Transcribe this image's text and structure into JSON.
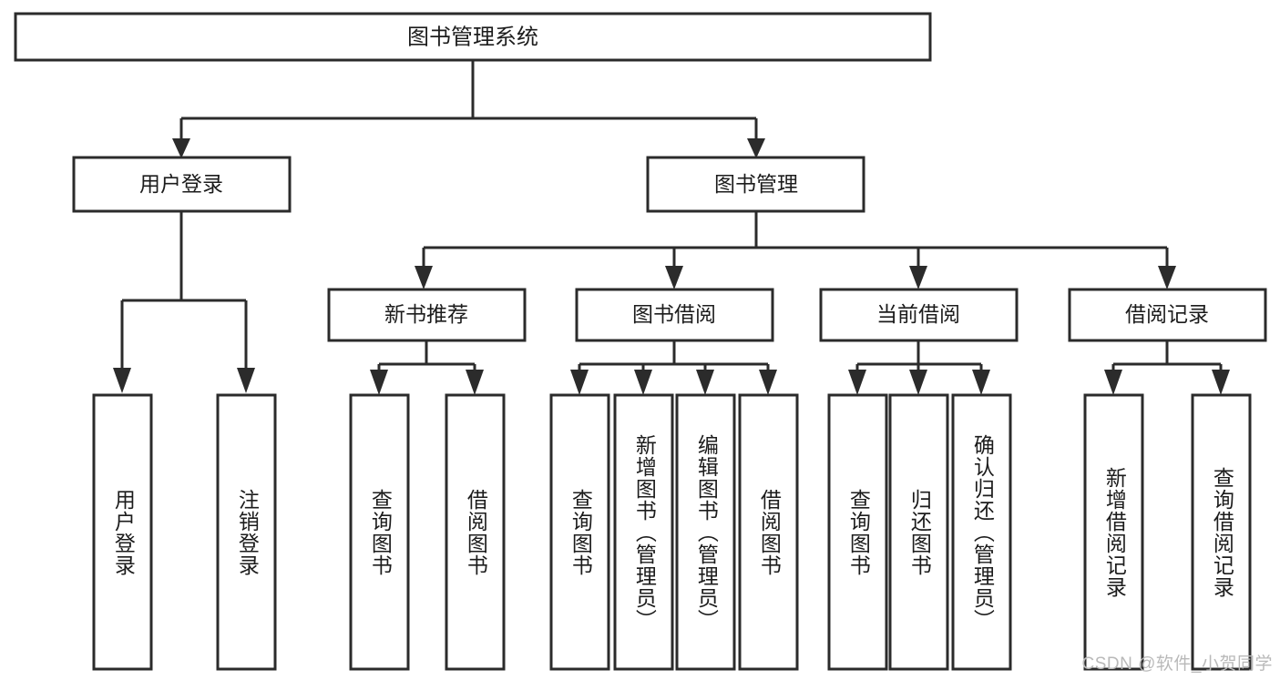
{
  "diagram": {
    "type": "tree-hierarchy",
    "title": "图书管理系统",
    "root": {
      "id": "root",
      "label": "图书管理系统",
      "orientation": "horizontal"
    },
    "level2": [
      {
        "id": "user-login",
        "label": "用户登录",
        "orientation": "horizontal"
      },
      {
        "id": "book-management",
        "label": "图书管理",
        "orientation": "horizontal"
      }
    ],
    "level3": [
      {
        "id": "new-book-recommend",
        "label": "新书推荐",
        "parent": "book-management",
        "orientation": "horizontal"
      },
      {
        "id": "book-borrow",
        "label": "图书借阅",
        "parent": "book-management",
        "orientation": "horizontal"
      },
      {
        "id": "current-borrow",
        "label": "当前借阅",
        "parent": "book-management",
        "orientation": "horizontal"
      },
      {
        "id": "borrow-record",
        "label": "借阅记录",
        "parent": "book-management",
        "orientation": "horizontal"
      }
    ],
    "leaves": [
      {
        "id": "leaf-user-login",
        "label": "用户登录",
        "parent": "user-login",
        "orientation": "vertical"
      },
      {
        "id": "leaf-logout-login",
        "label": "注销登录",
        "parent": "user-login",
        "orientation": "vertical"
      },
      {
        "id": "leaf-query-book-1",
        "label": "查询图书",
        "parent": "new-book-recommend",
        "orientation": "vertical"
      },
      {
        "id": "leaf-borrow-book-1",
        "label": "借阅图书",
        "parent": "new-book-recommend",
        "orientation": "vertical"
      },
      {
        "id": "leaf-query-book-2",
        "label": "查询图书",
        "parent": "book-borrow",
        "orientation": "vertical"
      },
      {
        "id": "leaf-add-book",
        "label": "新增图书（管理员）",
        "parent": "book-borrow",
        "orientation": "vertical"
      },
      {
        "id": "leaf-edit-book",
        "label": "编辑图书（管理员）",
        "parent": "book-borrow",
        "orientation": "vertical"
      },
      {
        "id": "leaf-borrow-book-2",
        "label": "借阅图书",
        "parent": "book-borrow",
        "orientation": "vertical"
      },
      {
        "id": "leaf-query-book-3",
        "label": "查询图书",
        "parent": "current-borrow",
        "orientation": "vertical"
      },
      {
        "id": "leaf-return-book",
        "label": "归还图书",
        "parent": "current-borrow",
        "orientation": "vertical"
      },
      {
        "id": "leaf-confirm-return",
        "label": "确认归还（管理员）",
        "parent": "current-borrow",
        "orientation": "vertical"
      },
      {
        "id": "leaf-add-record",
        "label": "新增借阅记录",
        "parent": "borrow-record",
        "orientation": "vertical"
      },
      {
        "id": "leaf-query-record",
        "label": "查询借阅记录",
        "parent": "borrow-record",
        "orientation": "vertical"
      }
    ],
    "colors": {
      "box_fill": "#ffffff",
      "box_stroke": "#2b2b2b",
      "text": "#1c1c1c",
      "background": "#ffffff",
      "watermark": "#b9b9b9"
    }
  },
  "watermark": {
    "text": "CSDN @软件_小贺同学"
  }
}
